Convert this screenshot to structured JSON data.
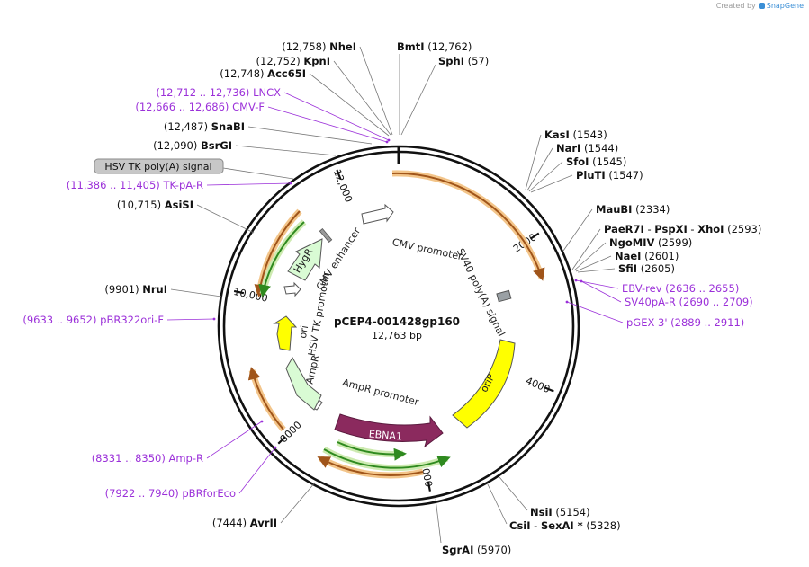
{
  "credit": {
    "prefix": "Created by",
    "brand": "SnapGene"
  },
  "plasmid": {
    "name": "pCEP4-001428gp160",
    "length": "12,763 bp"
  },
  "ticks": [
    {
      "label": "2000",
      "bp": 2000
    },
    {
      "label": "4000",
      "bp": 4000
    },
    {
      "label": "6000",
      "bp": 6000
    },
    {
      "label": "8000",
      "bp": 8000
    },
    {
      "label": "10,000",
      "bp": 10000
    },
    {
      "label": "12,000",
      "bp": 12000
    }
  ],
  "sites": [
    {
      "name": "NheI",
      "pos": "(12,758)"
    },
    {
      "name": "KpnI",
      "pos": "(12,752)"
    },
    {
      "name": "Acc65I",
      "pos": "(12,748)"
    },
    {
      "name": "SnaBI",
      "pos": "(12,487)"
    },
    {
      "name": "BsrGI",
      "pos": "(12,090)"
    },
    {
      "name": "AsiSI",
      "pos": "(10,715)"
    },
    {
      "name": "NruI",
      "pos": "(9901)"
    },
    {
      "name": "AvrII",
      "pos": "(7444)"
    },
    {
      "name": "BmtI",
      "pos": "(12,762)"
    },
    {
      "name": "SphI",
      "pos": "(57)"
    },
    {
      "name": "KasI",
      "pos": "(1543)"
    },
    {
      "name": "NarI",
      "pos": "(1544)"
    },
    {
      "name": "SfoI",
      "pos": "(1545)"
    },
    {
      "name": "PluTI",
      "pos": "(1547)"
    },
    {
      "name": "MauBI",
      "pos": "(2334)"
    },
    {
      "name": "PaeR7I",
      "pos": ""
    },
    {
      "name": "PspXI",
      "pos": ""
    },
    {
      "name": "XhoI",
      "pos": "(2593)"
    },
    {
      "name": "NgoMIV",
      "pos": "(2599)"
    },
    {
      "name": "NaeI",
      "pos": "(2601)"
    },
    {
      "name": "SfiI",
      "pos": "(2605)"
    },
    {
      "name": "NsiI",
      "pos": "(5154)"
    },
    {
      "name": "CsiI",
      "pos": ""
    },
    {
      "name": "SexAI *",
      "pos": "(5328)"
    },
    {
      "name": "SgrAI",
      "pos": "(5970)"
    }
  ],
  "separator": "-",
  "primers": [
    {
      "name": "LNCX",
      "range": "(12,712 .. 12,736)"
    },
    {
      "name": "CMV-F",
      "range": "(12,666 .. 12,686)"
    },
    {
      "name": "TK-pA-R",
      "range": "(11,386 .. 11,405)"
    },
    {
      "name": "pBR322ori-F",
      "range": "(9633 .. 9652)"
    },
    {
      "name": "Amp-R",
      "range": "(8331 .. 8350)"
    },
    {
      "name": "pBRforEco",
      "range": "(7922 .. 7940)"
    },
    {
      "name": "EBV-rev",
      "range": "(2636 .. 2655)"
    },
    {
      "name": "SV40pA-R",
      "range": "(2690 .. 2709)"
    },
    {
      "name": "pGEX 3'",
      "range": "(2889 .. 2911)"
    }
  ],
  "features": {
    "hsv_tk_polya": "HSV TK poly(A) signal",
    "cmv_enhancer": "CMV enhancer",
    "cmv_promoter": "CMV promoter",
    "sv40_polya": "SV40 poly(A) signal",
    "hsv_tk_promoter": "HSV TK promoter",
    "hygr": "HygR",
    "ori": "ori",
    "ampr": "AmpR",
    "ampr_promoter": "AmpR promoter",
    "orip": "oriP",
    "ebna1": "EBNA1"
  },
  "colors": {
    "backbone": "#111111",
    "site_line": "#777777",
    "primer": "#9b30d9",
    "orf_green": "#2f8a1f",
    "orf_orange": "#a0551a",
    "marker_fill": "#d9fbd4",
    "ori_fill": "#ffff00",
    "ebna1_fill": "#8b2a5e",
    "promoter_fill": "#ffffff"
  }
}
